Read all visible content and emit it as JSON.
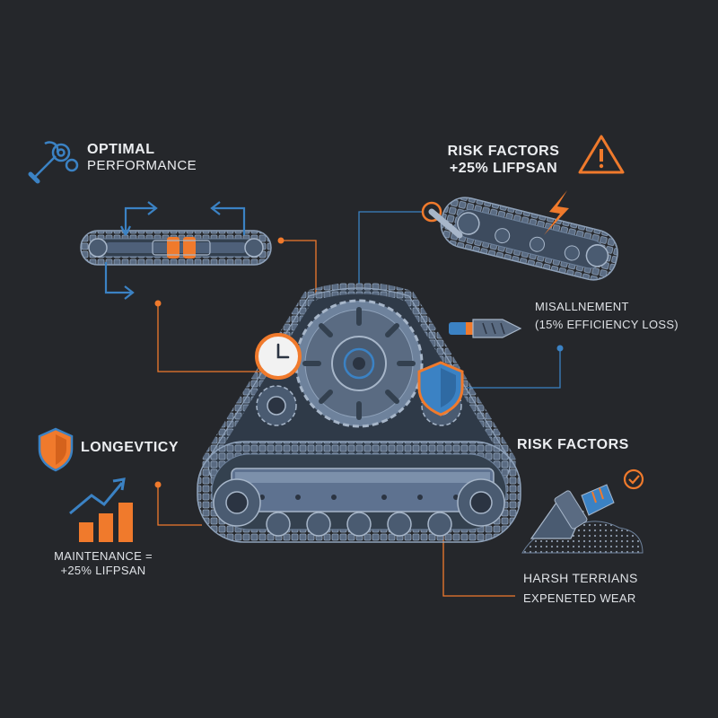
{
  "labels": {
    "optimal_line1": "OPTIMAL",
    "optimal_line2": "PERFORMANCE",
    "risk_top_line1": "RISK FACTORS",
    "risk_top_line2": "+25% LIFPSAN",
    "misalignment_line1": "MISALLNEMENT",
    "misalignment_line2": "(15% EFFICIENCY LOSS)",
    "longevity": "LONGEVTICY",
    "maintenance_line1": "MAINTENANCE =",
    "maintenance_line2": "+25% LIFPSAN",
    "risk_bottom": "RISK FACTORS",
    "harsh_line1": "HARSH TERRIANS",
    "harsh_line2": "EXPENETED WEAR"
  },
  "icons": {
    "performance": "wrench-gear-icon",
    "warning": "warning-triangle-icon",
    "lightning": "lightning-bolt-icon",
    "clock": "clock-icon",
    "shield_center": "shield-icon",
    "shield_longevity": "shield-icon",
    "growth": "bar-chart-growth-icon",
    "checkmark": "check-circle-icon",
    "misaligned_part": "misaligned-roller-icon",
    "debris": "debris-pile-icon"
  },
  "colors": {
    "background": "#25272b",
    "steel": "#6e829c",
    "steel_dark": "#3d4b5e",
    "blue_accent": "#3b82c4",
    "orange_accent": "#f07a2c",
    "text": "#e8eaed"
  }
}
